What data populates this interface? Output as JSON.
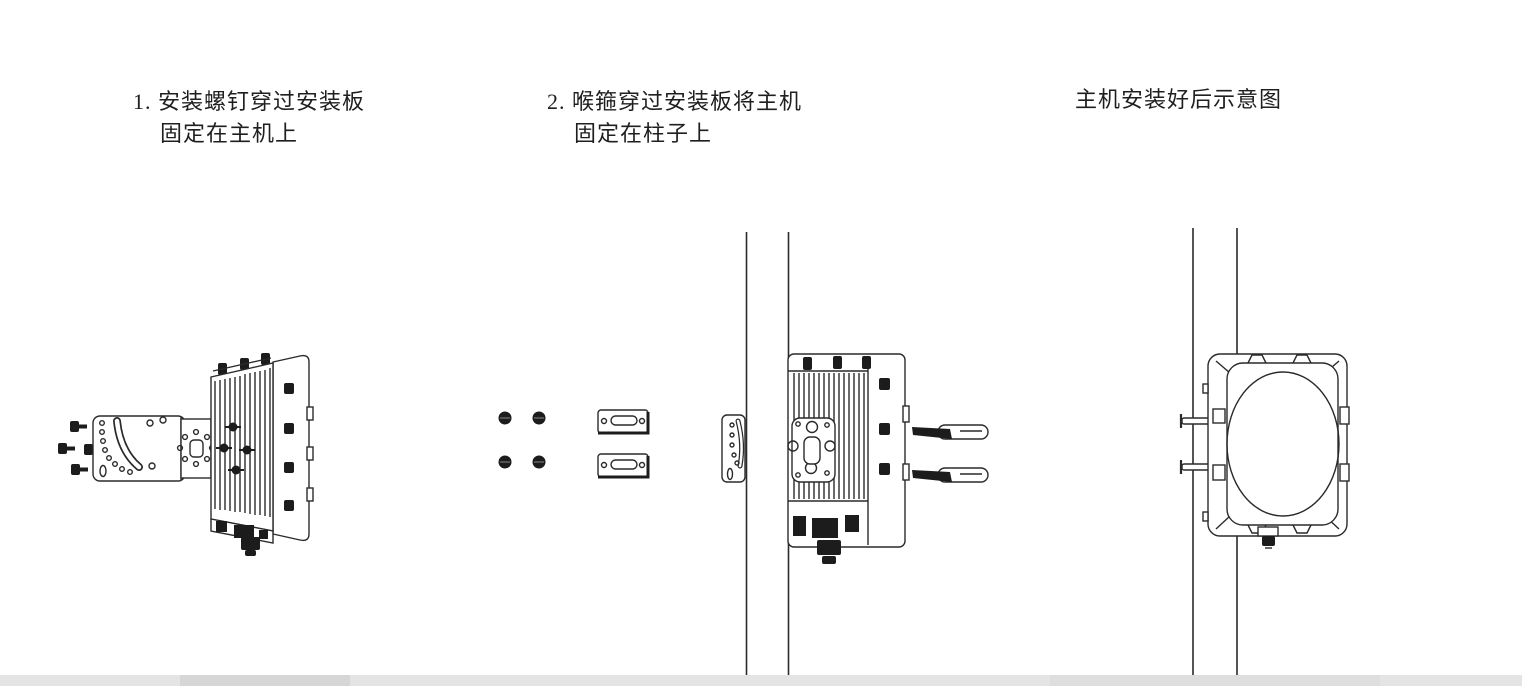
{
  "page": {
    "background_color": "#ffffff",
    "line_color": "#2a2a2a",
    "bottom_band_color": "#e4e4e4",
    "bottom_band_shadow_color": "#d6d6d6"
  },
  "captions": {
    "step1": {
      "line1": "1. 安装螺钉穿过安装板",
      "line2": "固定在主机上"
    },
    "step2": {
      "line1": "2. 喉箍穿过安装板将主机",
      "line2": "固定在柱子上"
    },
    "final": {
      "text": "主机安装好后示意图"
    }
  }
}
